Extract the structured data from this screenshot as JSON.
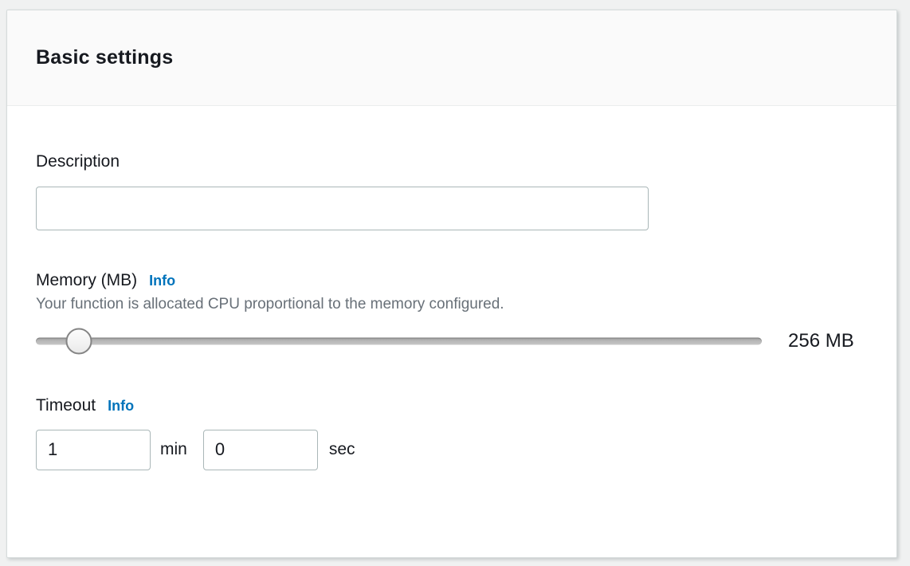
{
  "panel": {
    "title": "Basic settings"
  },
  "description": {
    "label": "Description",
    "value": "",
    "placeholder": ""
  },
  "memory": {
    "label": "Memory (MB)",
    "info_label": "Info",
    "helper": "Your function is allocated CPU proportional to the memory configured.",
    "value_display": "256 MB",
    "slider_percent": 5.9
  },
  "timeout": {
    "label": "Timeout",
    "info_label": "Info",
    "min_value": "1",
    "min_unit": "min",
    "sec_value": "0",
    "sec_unit": "sec"
  },
  "colors": {
    "link_blue": "#0073bb",
    "text_dark": "#16191f",
    "text_gray": "#687078",
    "input_border": "#aab7b8",
    "header_bg": "#fafafa"
  }
}
